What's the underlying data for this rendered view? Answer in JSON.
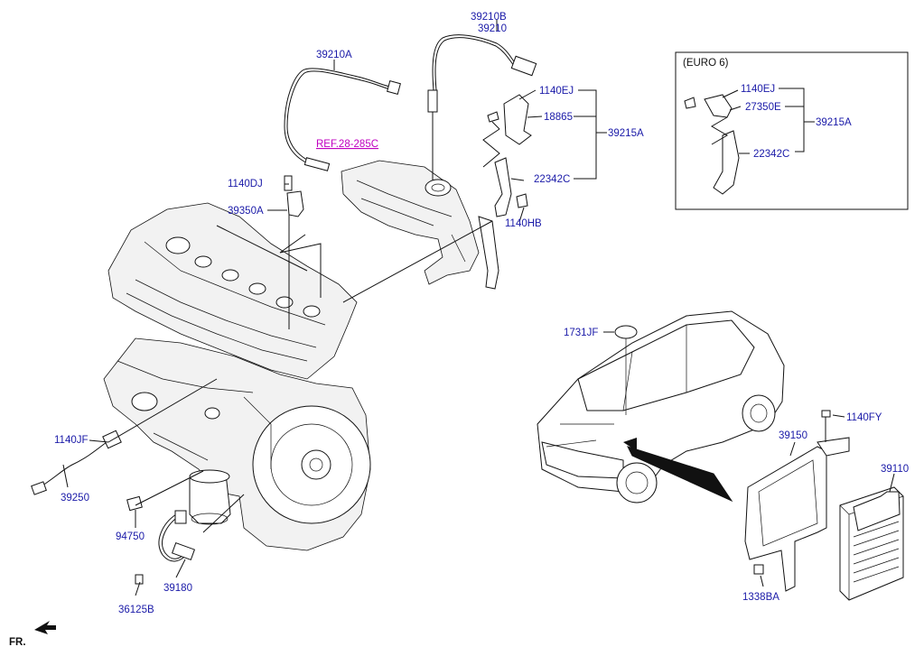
{
  "labels": {
    "p39210B": "39210B",
    "p39210": "39210",
    "p39210A": "39210A",
    "ref": "REF.28-285C",
    "p1140EJ": "1140EJ",
    "p18865": "18865",
    "p39215A": "39215A",
    "p22342C": "22342C",
    "p1140HB": "1140HB",
    "p1140DJ": "1140DJ",
    "p39350A": "39350A",
    "p1731JF": "1731JF",
    "p1140FY": "1140FY",
    "p39150": "39150",
    "p39110": "39110",
    "p1338BA": "1338BA",
    "p1140JF": "1140JF",
    "p39250": "39250",
    "p94750": "94750",
    "p39180": "39180",
    "p36125B": "36125B",
    "fr": "FR."
  },
  "inset": {
    "title": "(EURO 6)",
    "p1140EJ": "1140EJ",
    "p27350E": "27350E",
    "p39215A": "39215A",
    "p22342C": "22342C"
  }
}
